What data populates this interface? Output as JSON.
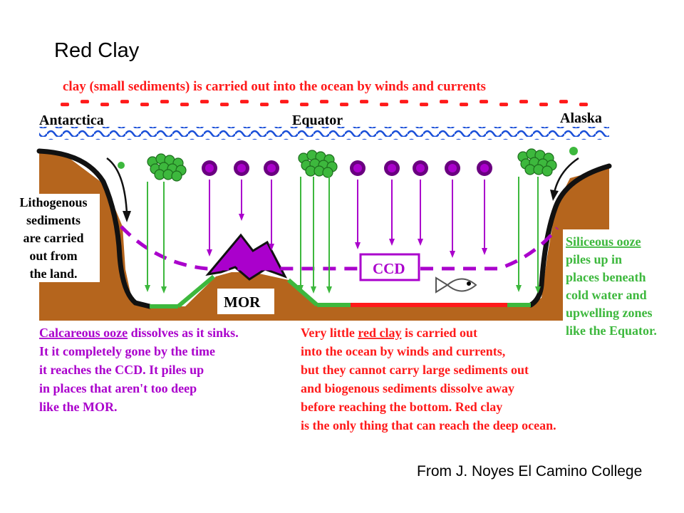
{
  "slide": {
    "title": "Red Clay",
    "credit": "From J. Noyes El Camino College"
  },
  "diagram": {
    "top_caption": "clay (small sediments) is carried out into the ocean by winds and currents",
    "locations": [
      "Antarctica",
      "Equator",
      "Alaska"
    ],
    "lithogenous_note": [
      "Lithogenous",
      "sediments",
      "are carried",
      "out from",
      "the land."
    ],
    "ccd_label": "CCD",
    "mor_label": "MOR",
    "siliceous_note": [
      "Siliceous ooze",
      "piles up in",
      "places beneath",
      "cold water and",
      "upwelling zones",
      "like the Equator."
    ],
    "calcareous_note": [
      "Calcareous ooze dissolves as it sinks.",
      "It it completely gone by the time",
      "it reaches the CCD.  It piles up",
      "in places that aren't too deep",
      "like the MOR."
    ],
    "red_clay_note": {
      "line1_before": "Very little ",
      "line1_term": "red clay",
      "line1_after": " is carried out",
      "lines": [
        "into the ocean by winds and currents,",
        "but they cannot carry large sediments out",
        "and biogenous sediments dissolve away",
        "before reaching the bottom.  Red clay",
        "is the only thing that can reach the deep ocean."
      ]
    }
  },
  "colors": {
    "land": "#b5651d",
    "water": "#1a4fd8",
    "red": "#ff1a1a",
    "green": "#3db83d",
    "purple": "#aa00cc",
    "dark_purple": "#6a0080"
  }
}
